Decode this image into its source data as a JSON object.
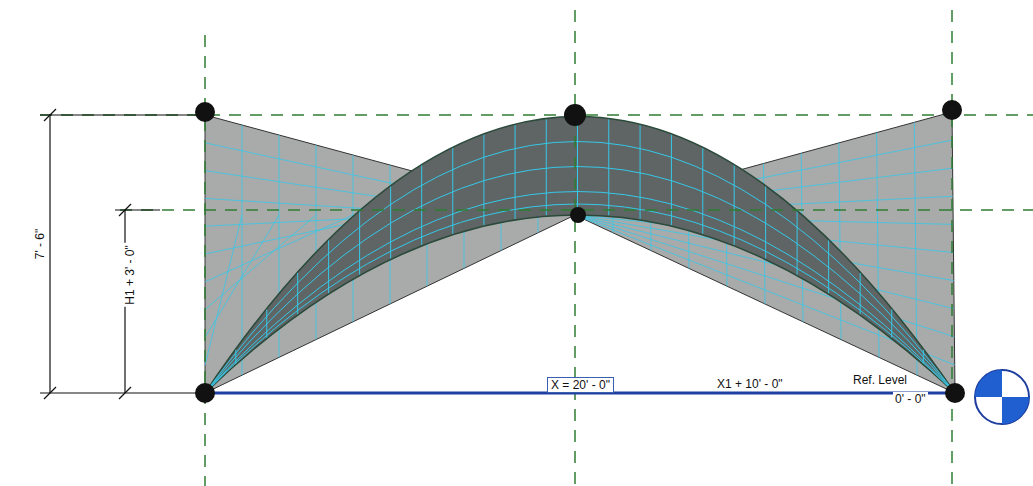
{
  "diagram": {
    "labels": [
      "7' - 6\"",
      "H1 + 3' - 0\"",
      "X = 20' - 0\"",
      "X1 + 10' - 0\"",
      "Ref. Level",
      "0' - 0\""
    ]
  }
}
